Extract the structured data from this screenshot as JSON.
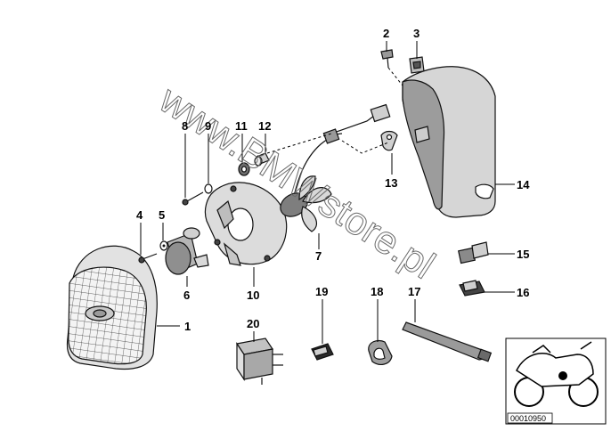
{
  "diagram": {
    "watermark": "www.BMWstore.pl",
    "catalog_code": "00010950",
    "callouts": [
      {
        "id": "1",
        "text": "1"
      },
      {
        "id": "2",
        "text": "2"
      },
      {
        "id": "3",
        "text": "3"
      },
      {
        "id": "4",
        "text": "4"
      },
      {
        "id": "5",
        "text": "5"
      },
      {
        "id": "6",
        "text": "6"
      },
      {
        "id": "7",
        "text": "7"
      },
      {
        "id": "8",
        "text": "8"
      },
      {
        "id": "9",
        "text": "9"
      },
      {
        "id": "10",
        "text": "10"
      },
      {
        "id": "11",
        "text": "11"
      },
      {
        "id": "12",
        "text": "12"
      },
      {
        "id": "13",
        "text": "13"
      },
      {
        "id": "14",
        "text": "14"
      },
      {
        "id": "15",
        "text": "15"
      },
      {
        "id": "16",
        "text": "16"
      },
      {
        "id": "17",
        "text": "17"
      },
      {
        "id": "18",
        "text": "18"
      },
      {
        "id": "19",
        "text": "19"
      },
      {
        "id": "20",
        "text": "20"
      }
    ]
  }
}
